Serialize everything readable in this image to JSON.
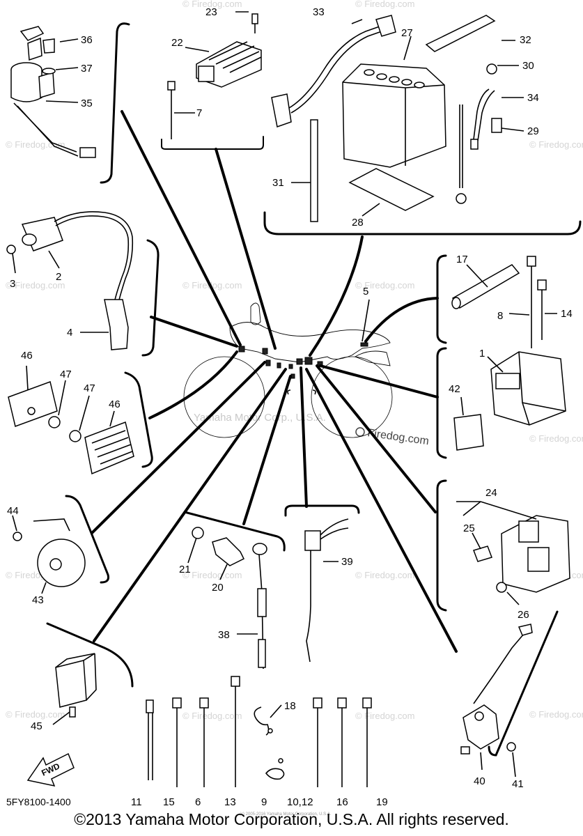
{
  "diagram": {
    "catalog_code": "5FY8100-1400",
    "copyright_line": "©2013 Yamaha Motor Corporation, U.S.A. All rights reserved.",
    "watermark_center": "Yamaha Motor Corp., U.S.A.",
    "watermark_site": "Firedog.com",
    "watermark_small": "© Firedog.com",
    "fwd_label": "FWD",
    "tiny_copyright": "(c) 2005-2016 Yamaha Motor Corporation, U.S.A.",
    "callouts": {
      "p1": "1",
      "p2": "2",
      "p3": "3",
      "p4": "4",
      "p5": "5",
      "p6": "6",
      "p7": "7",
      "p8": "8",
      "p9": "9",
      "p10_12": "10,12",
      "p11": "11",
      "p13": "13",
      "p14": "14",
      "p15": "15",
      "p16": "16",
      "p17": "17",
      "p18": "18",
      "p19": "19",
      "p20": "20",
      "p21": "21",
      "p22": "22",
      "p23": "23",
      "p24": "24",
      "p25": "25",
      "p26": "26",
      "p27": "27",
      "p28": "28",
      "p29": "29",
      "p30": "30",
      "p31": "31",
      "p32": "32",
      "p33": "33",
      "p34": "34",
      "p35": "35",
      "p36": "36",
      "p37": "37",
      "p38": "38",
      "p39": "39",
      "p40": "40",
      "p41": "41",
      "p42": "42",
      "p43": "43",
      "p44": "44",
      "p45": "45",
      "p46a": "46",
      "p46b": "46",
      "p47a": "47",
      "p47b": "47"
    }
  }
}
